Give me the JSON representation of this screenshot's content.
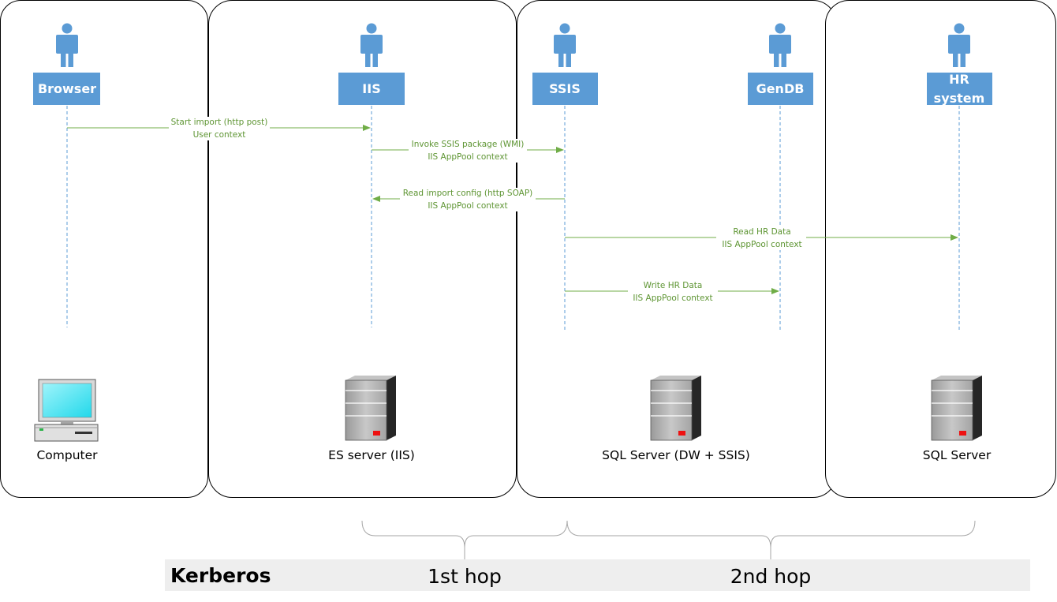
{
  "colors": {
    "node_fill": "#5b9bd5",
    "lifeline": "#5b9bd5",
    "message": "#70ad47",
    "message_text": "#5e9533",
    "zone_border": "#000000",
    "kerberos_band": "#eeeeee",
    "brace": "#a6a6a6"
  },
  "zones": [
    {
      "name": "client-zone"
    },
    {
      "name": "es-server-zone"
    },
    {
      "name": "sql-dw-zone"
    },
    {
      "name": "hr-sql-zone"
    }
  ],
  "actors": [
    {
      "id": "browser",
      "label": "Browser",
      "icon": "person-icon"
    },
    {
      "id": "iis",
      "label": "IIS",
      "icon": "person-icon"
    },
    {
      "id": "ssis",
      "label": "SSIS",
      "icon": "person-icon"
    },
    {
      "id": "gendb",
      "label": "GenDB",
      "icon": "person-icon"
    },
    {
      "id": "hr",
      "label_lines": [
        "HR",
        "system"
      ],
      "icon": "person-icon"
    }
  ],
  "messages": [
    {
      "from": "browser",
      "to": "iis",
      "line1": "Start import (http post)",
      "line2": "User context"
    },
    {
      "from": "iis",
      "to": "ssis",
      "line1": "Invoke SSIS package (WMI)",
      "line2": "IIS AppPool context"
    },
    {
      "from": "ssis",
      "to": "iis",
      "line1": "Read import config (http SOAP)",
      "line2": "IIS AppPool context"
    },
    {
      "from": "ssis",
      "to": "hr",
      "line1": "Read HR Data",
      "line2": "IIS AppPool context"
    },
    {
      "from": "ssis",
      "to": "gendb",
      "line1": "Write HR Data",
      "line2": "IIS AppPool context"
    }
  ],
  "machines": [
    {
      "icon": "computer-icon",
      "label": "Computer"
    },
    {
      "icon": "server-icon",
      "label": "ES server (IIS)"
    },
    {
      "icon": "server-icon",
      "label": "SQL Server (DW + SSIS)"
    },
    {
      "icon": "server-icon",
      "label": "SQL Server"
    }
  ],
  "kerberos": {
    "label": "Kerberos",
    "hops": [
      "1st hop",
      "2nd hop"
    ]
  }
}
